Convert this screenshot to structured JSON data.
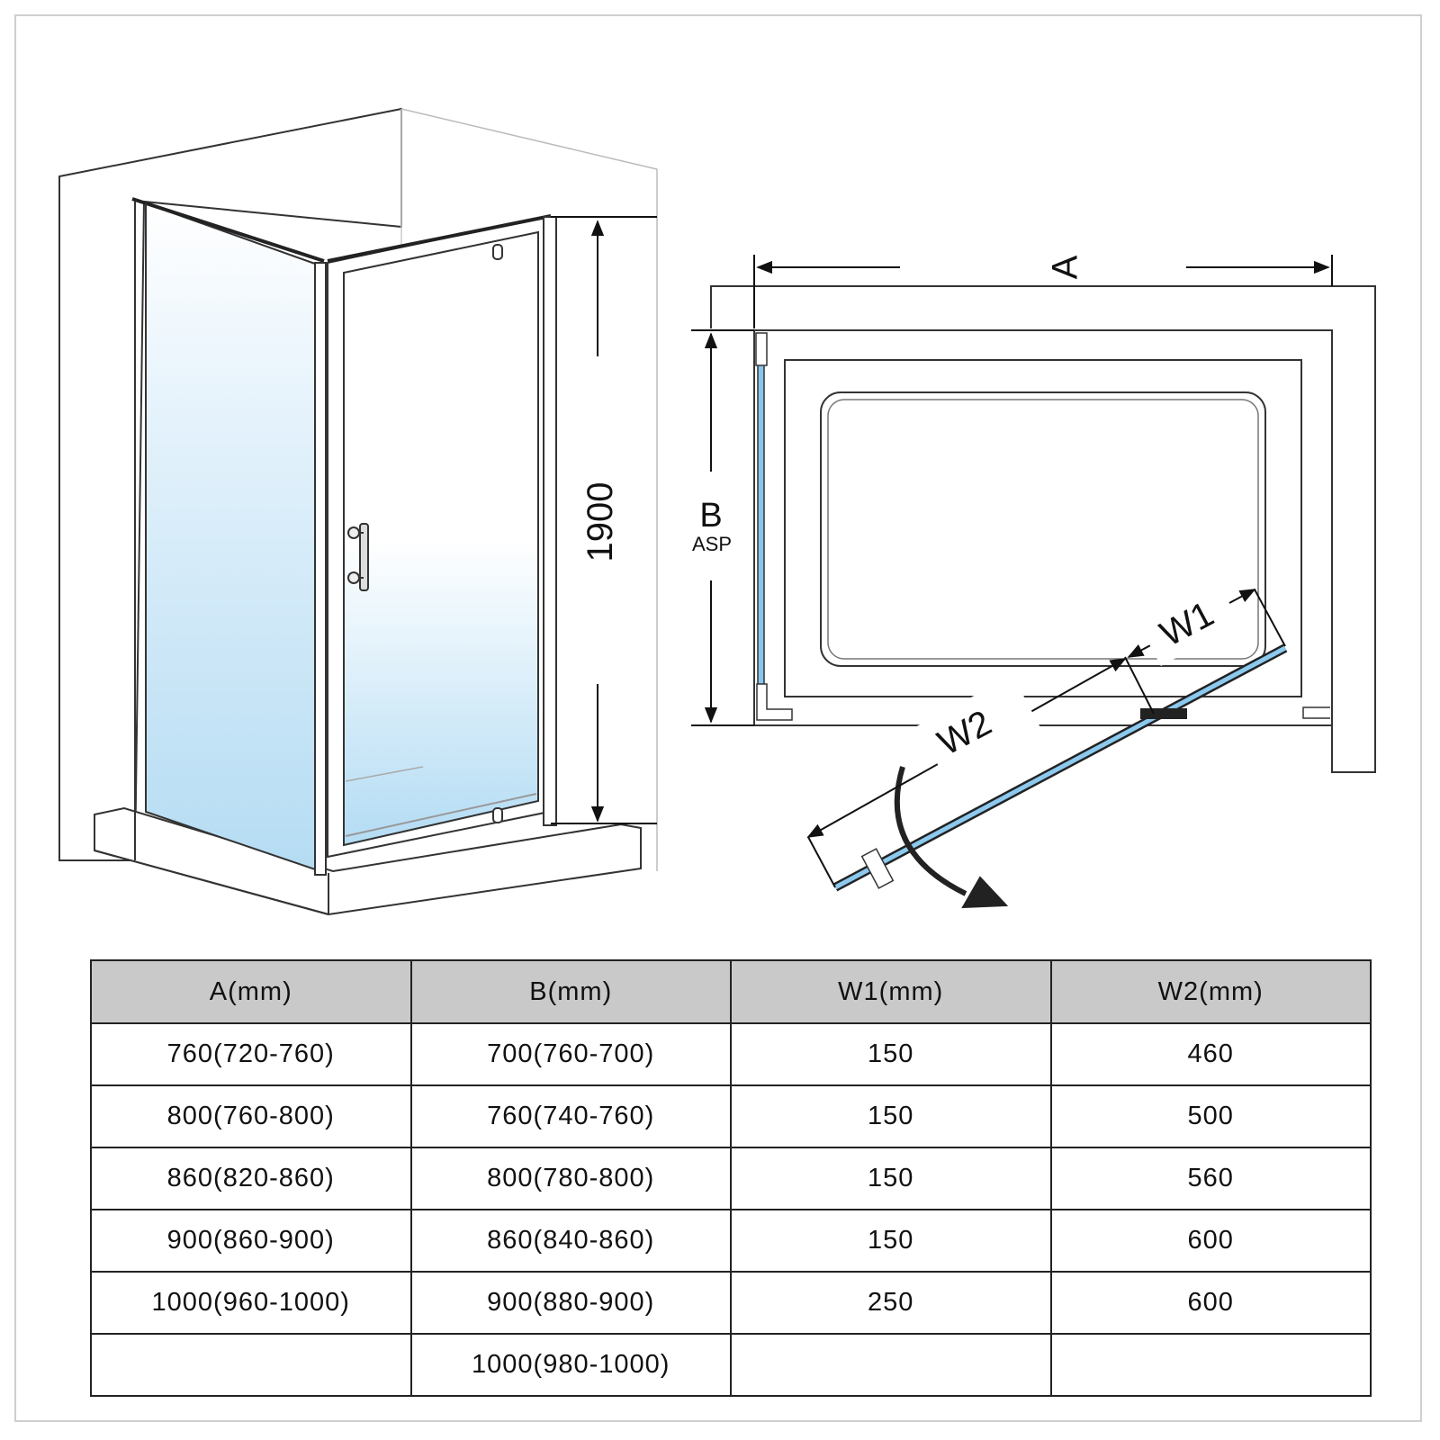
{
  "diagram": {
    "height_label": "1900",
    "width_label": "A",
    "depth_label": "B",
    "depth_sublabel": "ASP",
    "w1_label": "W1",
    "w2_label": "W2"
  },
  "table": {
    "headers": [
      "A(mm)",
      "B(mm)",
      "W1(mm)",
      "W2(mm)"
    ],
    "rows": [
      [
        "760(720-760)",
        "700(760-700)",
        "150",
        "460"
      ],
      [
        "800(760-800)",
        "760(740-760)",
        "150",
        "500"
      ],
      [
        "860(820-860)",
        "800(780-800)",
        "150",
        "560"
      ],
      [
        "900(860-900)",
        "860(840-860)",
        "150",
        "600"
      ],
      [
        "1000(960-1000)",
        "900(880-900)",
        "250",
        "600"
      ],
      [
        "",
        "1000(980-1000)",
        "",
        ""
      ]
    ]
  }
}
